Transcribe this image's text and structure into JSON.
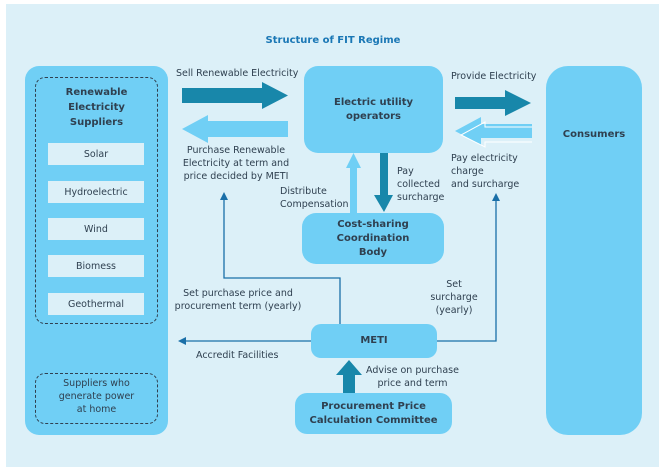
{
  "title": "Structure of FIT Regime",
  "colors": {
    "background": "#dcf0f8",
    "box_fill": "#70cff5",
    "dark_arrow": "#1887aa",
    "light_arrow": "#70cff5",
    "line": "#1a6fa8",
    "title": "#1a77b5",
    "text": "#2f4050"
  },
  "nodes": {
    "suppliers": {
      "title": "Renewable Electricity Suppliers",
      "title_lines": [
        "Renewable",
        "Electricity",
        "Suppliers"
      ],
      "sources": [
        "Solar",
        "Hydroelectric",
        "Wind",
        "Biomess",
        "Geothermal"
      ],
      "home_lines": [
        "Suppliers who",
        "generate power",
        "at home"
      ]
    },
    "utility": {
      "lines": [
        "Electric utility",
        "operators"
      ]
    },
    "consumers": {
      "label": "Consumers"
    },
    "cost_sharing": {
      "lines": [
        "Cost-sharing",
        "Coordination",
        "Body"
      ]
    },
    "meti": {
      "label": "METI"
    },
    "committee": {
      "lines": [
        "Procurement Price",
        "Calculation Committee"
      ]
    }
  },
  "edges": {
    "sell": {
      "label": "Sell Renewable Electricity"
    },
    "purchase": {
      "lines": [
        "Purchase Renewable",
        "Electricity at term and",
        "price decided by METI"
      ]
    },
    "provide": {
      "label": "Provide Electricity"
    },
    "pay_charge": {
      "lines": [
        "Pay electricity",
        "charge",
        "and surcharge"
      ]
    },
    "distribute": {
      "lines": [
        "Distribute",
        "Compensation"
      ]
    },
    "pay_collected": {
      "lines": [
        "Pay",
        "collected",
        "surcharge"
      ]
    },
    "set_price": {
      "lines": [
        "Set purchase price and",
        "procurement term (yearly)"
      ]
    },
    "set_surcharge": {
      "lines": [
        "Set",
        "surcharge",
        "(yearly)"
      ]
    },
    "accredit": {
      "label": "Accredit Facilities"
    },
    "advise": {
      "lines": [
        "Advise on purchase",
        "price and term"
      ]
    }
  }
}
